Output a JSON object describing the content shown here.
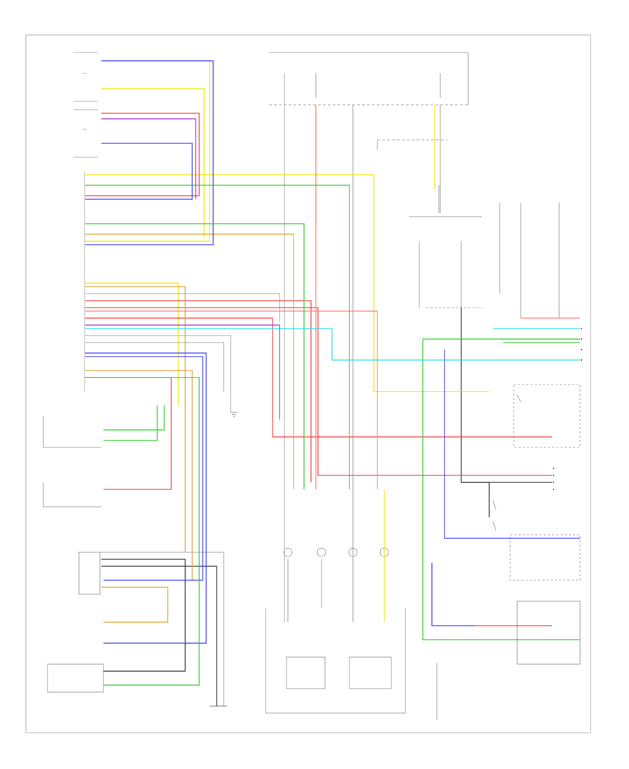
{
  "diagram": {
    "ref_code": "",
    "wire_colors": {
      "yellow": "#f0e800",
      "red": "#ff3b3b",
      "pink": "#ff8080",
      "blue": "#3a3aff",
      "green": "#28d028",
      "cyan": "#20e0f0",
      "orange": "#e0a030",
      "violet": "#a030d0",
      "black": "#303030",
      "gray": "#a0a0a0"
    },
    "components": [
      {
        "id": "left-front-tensioner-connector",
        "label": ""
      },
      {
        "id": "right-front-tensioner-connector",
        "label": ""
      },
      {
        "id": "srs-unit-connector",
        "label": ""
      },
      {
        "id": "fuse-box-top",
        "label": ""
      },
      {
        "id": "underhood-relay-box",
        "label": ""
      },
      {
        "id": "srs-indicator-relay",
        "label": ""
      },
      {
        "id": "indicator-right-top",
        "label": ""
      },
      {
        "id": "left-front-impact-sensor",
        "label": ""
      },
      {
        "id": "right-front-impact-sensor",
        "label": ""
      },
      {
        "id": "cable-reel-connector",
        "label": ""
      },
      {
        "id": "airbag-module-driver",
        "label": ""
      },
      {
        "id": "airbag-module-passenger",
        "label": ""
      },
      {
        "id": "passenger-seat-belt-buckle",
        "label": ""
      },
      {
        "id": "seat-belt-switch",
        "label": ""
      },
      {
        "id": "occupant-position-sensor",
        "label": ""
      },
      {
        "id": "ground-point-left",
        "label": ""
      },
      {
        "id": "ground-point-right",
        "label": ""
      }
    ]
  }
}
